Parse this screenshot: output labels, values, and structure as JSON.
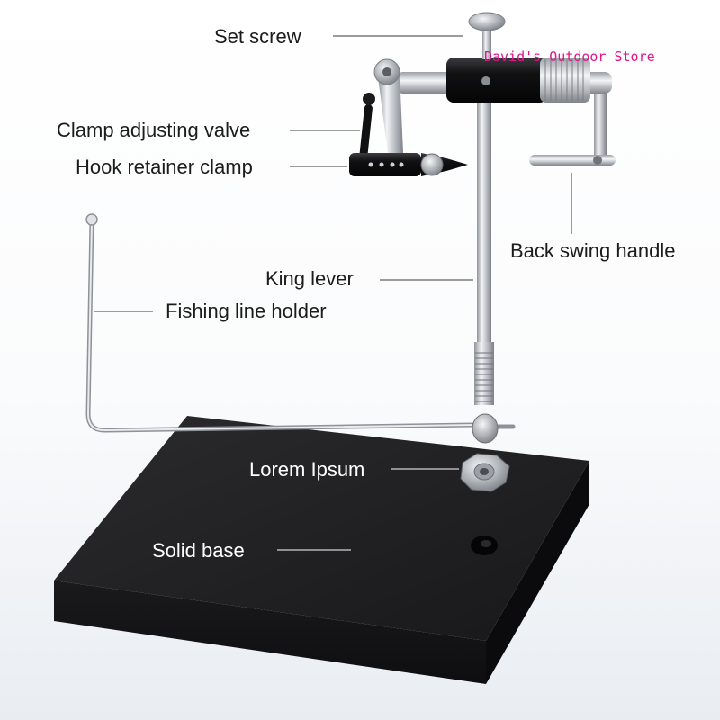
{
  "watermark": "David's Outdoor Store",
  "labels": {
    "set_screw": "Set screw",
    "clamp_adjusting_valve": "Clamp adjusting valve",
    "hook_retainer_clamp": "Hook retainer clamp",
    "back_swing_handle": "Back swing handle",
    "king_lever": "King lever",
    "fishing_line_holder": "Fishing line holder",
    "lorem_ipsum": "Lorem Ipsum",
    "solid_base": "Solid base"
  },
  "colors": {
    "base": "#1b1b1d",
    "metal": "#c9ccd1",
    "anodized_black": "#151515",
    "watermark": "#e0158c"
  }
}
